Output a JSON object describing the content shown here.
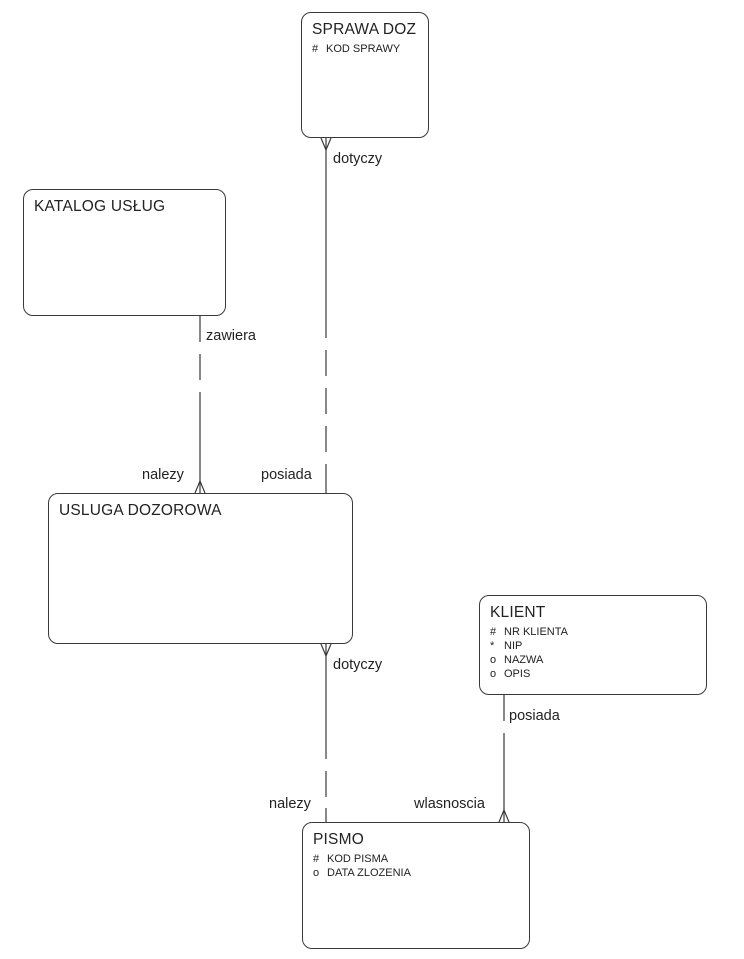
{
  "entities": {
    "sprawa": {
      "title": "SPRAWA DOZ",
      "attributes": [
        {
          "symbol": "#",
          "name": "KOD SPRAWY"
        }
      ]
    },
    "katalog": {
      "title": "KATALOG USŁUG",
      "attributes": []
    },
    "usluga": {
      "title": "USLUGA DOZOROWA",
      "attributes": []
    },
    "klient": {
      "title": "KLIENT",
      "attributes": [
        {
          "symbol": "#",
          "name": "NR KLIENTA"
        },
        {
          "symbol": "*",
          "name": "NIP"
        },
        {
          "symbol": "o",
          "name": "NAZWA"
        },
        {
          "symbol": "o",
          "name": "OPIS"
        }
      ]
    },
    "pismo": {
      "title": "PISMO",
      "attributes": [
        {
          "symbol": "#",
          "name": "KOD PISMA"
        },
        {
          "symbol": "o",
          "name": "DATA ZLOZENIA"
        }
      ]
    }
  },
  "relationships": {
    "sprawa_usluga": {
      "upper_label": "dotyczy",
      "lower_label": "posiada"
    },
    "katalog_usluga": {
      "upper_label": "zawiera",
      "lower_label": "nalezy"
    },
    "usluga_pismo": {
      "upper_label": "dotyczy",
      "lower_label": "nalezy"
    },
    "klient_pismo": {
      "upper_label": "posiada",
      "lower_label": "wlasnoscia"
    }
  },
  "colors": {
    "line": "#3a3a3a",
    "text": "#222222",
    "background": "#ffffff"
  }
}
